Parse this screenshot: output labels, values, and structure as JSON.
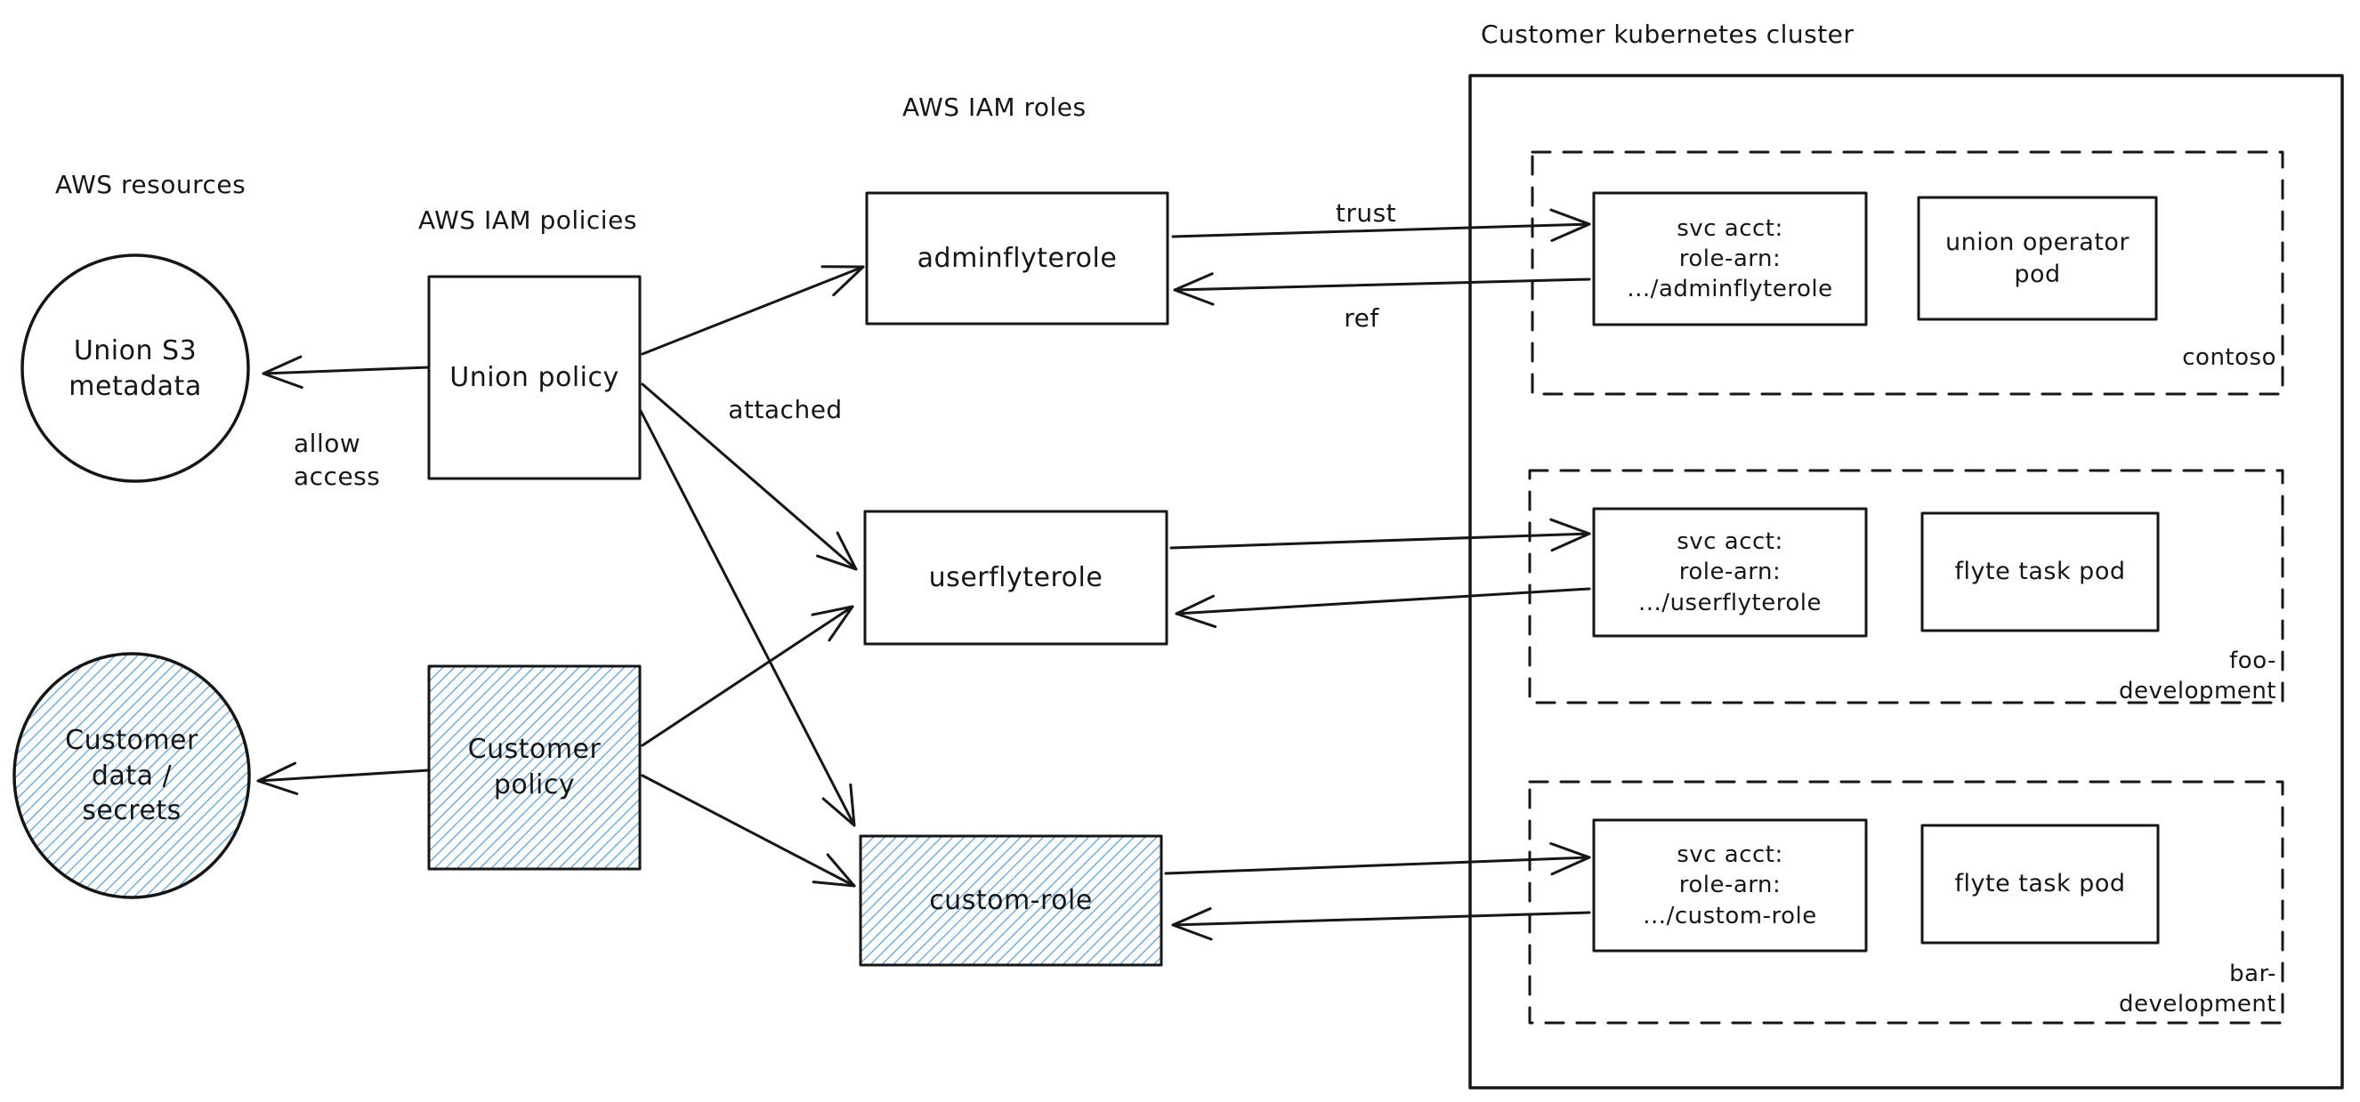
{
  "diagram": {
    "section_titles": {
      "aws_resources": "AWS resources",
      "aws_iam_policies": "AWS IAM policies",
      "aws_iam_roles": "AWS IAM roles",
      "cluster": "Customer kubernetes cluster"
    },
    "nodes": {
      "union_s3": "Union S3\nmetadata",
      "union_policy": "Union policy",
      "customer_data": "Customer\ndata /\nsecrets",
      "customer_policy": "Customer\npolicy",
      "adminflyterole": "adminflyterole",
      "userflyterole": "userflyterole",
      "custom_role": "custom-role",
      "svc_acct_admin": "svc acct:\nrole-arn:\n.../adminflyterole",
      "svc_acct_user": "svc acct:\nrole-arn:\n.../userflyterole",
      "svc_acct_custom": "svc acct:\nrole-arn:\n.../custom-role",
      "union_operator_pod": "union operator\npod",
      "flyte_task_pod_foo": "flyte task pod",
      "flyte_task_pod_bar": "flyte task pod"
    },
    "namespaces": {
      "contoso": "contoso",
      "foo": "foo-development",
      "bar": "bar-development"
    },
    "edge_labels": {
      "allow_access": "allow\naccess",
      "attached": "attached",
      "trust": "trust",
      "ref": "ref"
    },
    "colors": {
      "ink": "#161616",
      "hatch_blue": "#4d9ee8"
    }
  }
}
